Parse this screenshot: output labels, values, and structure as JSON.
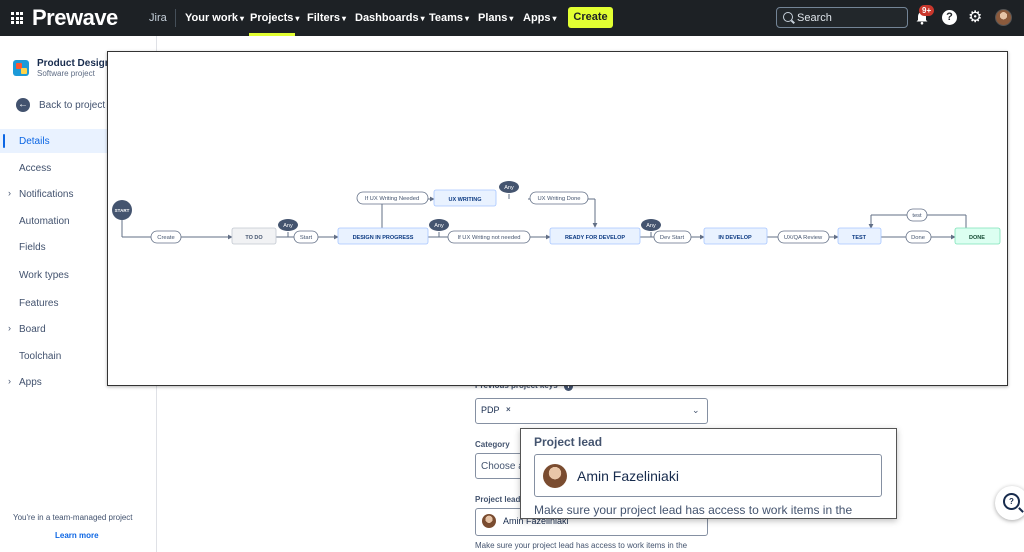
{
  "topbar": {
    "logo": "Prewave",
    "product": "Jira",
    "nav": [
      "Your work",
      "Projects",
      "Filters",
      "Dashboards",
      "Teams",
      "Plans",
      "Apps"
    ],
    "create_label": "Create",
    "search_placeholder": "Search",
    "notification_badge": "9+",
    "help_glyph": "?",
    "gear_glyph": "⚙",
    "accent_color": "#e2ff32"
  },
  "sidebar": {
    "project_name": "Product Design",
    "project_type": "Software project",
    "back_label": "Back to project",
    "items": [
      {
        "label": "Details",
        "active": true
      },
      {
        "label": "Access"
      },
      {
        "label": "Notifications",
        "expandable": true
      },
      {
        "label": "Automation"
      },
      {
        "label": "Fields"
      },
      {
        "label": "Work types"
      },
      {
        "label": "Features"
      },
      {
        "label": "Board",
        "expandable": true
      },
      {
        "label": "Toolchain"
      },
      {
        "label": "Apps",
        "expandable": true
      }
    ],
    "footer_note": "You're in a team-managed project",
    "learn_more": "Learn more"
  },
  "form": {
    "previous_keys_label": "Previous project keys",
    "info_glyph": "i",
    "previous_key": "PDP",
    "remove_glyph": "×",
    "category_label": "Category",
    "category_placeholder": "Choose a",
    "lead_label": "Project lead",
    "lead_name": "Amin Fazeliniaki",
    "lead_help": "Make sure your project lead has access to work items in the"
  },
  "workflow": {
    "start": "START",
    "states": [
      {
        "id": "todo",
        "label": "TO DO",
        "kind": "todo"
      },
      {
        "id": "dip",
        "label": "DESIGN IN PROGRESS",
        "kind": "progress"
      },
      {
        "id": "uxw",
        "label": "UX WRITING",
        "kind": "progress"
      },
      {
        "id": "rfd",
        "label": "READY FOR DEVELOP",
        "kind": "progress"
      },
      {
        "id": "idev",
        "label": "IN DEVELOP",
        "kind": "progress"
      },
      {
        "id": "test",
        "label": "TEST",
        "kind": "progress"
      },
      {
        "id": "done",
        "label": "DONE",
        "kind": "done"
      }
    ],
    "transitions": [
      {
        "id": "t-create",
        "label": "Create"
      },
      {
        "id": "t-start",
        "label": "Start"
      },
      {
        "id": "t-ifux",
        "label": "If UX Writing Needed"
      },
      {
        "id": "t-uxdone",
        "label": "UX Writing Done"
      },
      {
        "id": "t-notneeded",
        "label": "If UX Writing not needed"
      },
      {
        "id": "t-devstart",
        "label": "Dev Start"
      },
      {
        "id": "t-review",
        "label": "UX/QA Review"
      },
      {
        "id": "t-done",
        "label": "Done"
      },
      {
        "id": "t-test",
        "label": "test"
      }
    ],
    "any_label": "Any"
  },
  "lead_zoom": {
    "title": "Project lead",
    "name": "Amin Fazeliniaki",
    "help": "Make sure your project lead has access to work items in the"
  }
}
